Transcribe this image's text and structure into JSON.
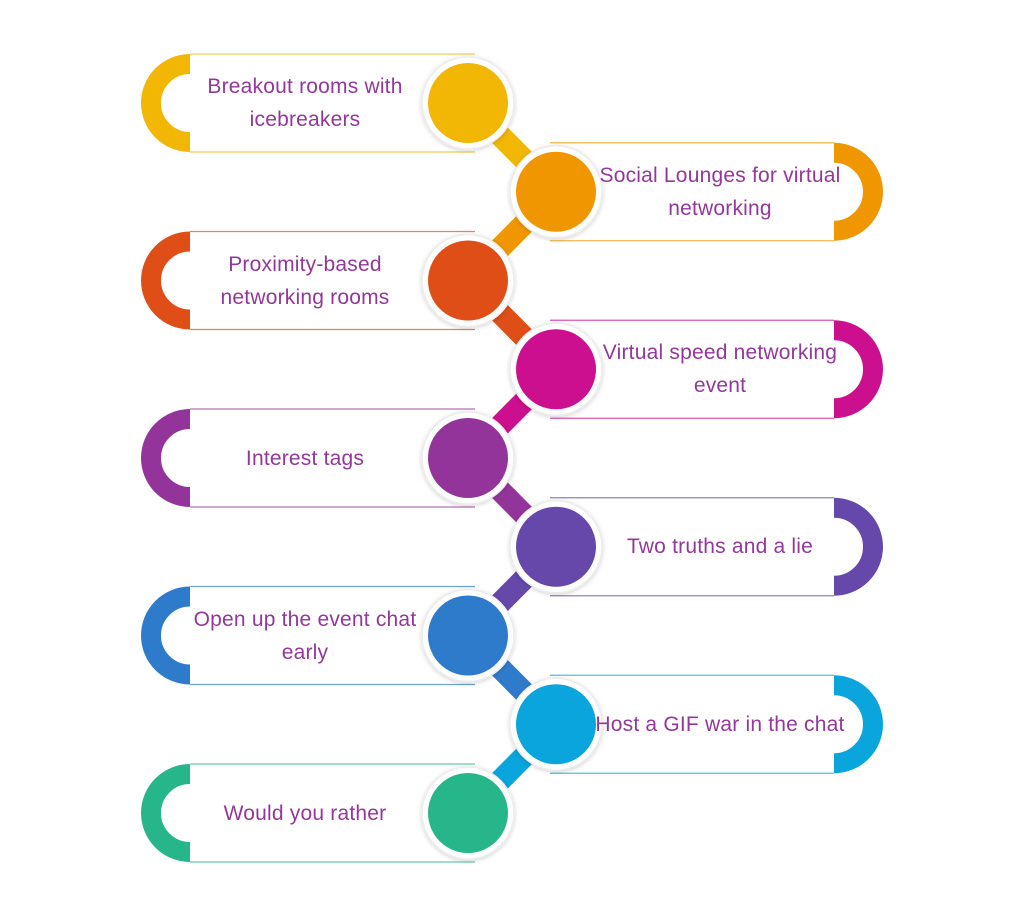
{
  "items": [
    {
      "label": "Breakout rooms with icebreakers",
      "color": "#f2b705",
      "side": "left"
    },
    {
      "label": "Social Lounges for virtual networking",
      "color": "#ef9600",
      "side": "right"
    },
    {
      "label": "Proximity-based networking rooms",
      "color": "#e04e17",
      "side": "left"
    },
    {
      "label": "Virtual speed networking event",
      "color": "#cc0f8e",
      "side": "right"
    },
    {
      "label": "Interest tags",
      "color": "#93349a",
      "side": "left"
    },
    {
      "label": "Two truths and a lie",
      "color": "#6548aa",
      "side": "right"
    },
    {
      "label": "Open up the event chat early",
      "color": "#2f7bcb",
      "side": "left"
    },
    {
      "label": "Host a GIF war in the chat",
      "color": "#0aa5dc",
      "side": "right"
    },
    {
      "label": "Would you rather",
      "color": "#27b58a",
      "side": "left"
    }
  ]
}
